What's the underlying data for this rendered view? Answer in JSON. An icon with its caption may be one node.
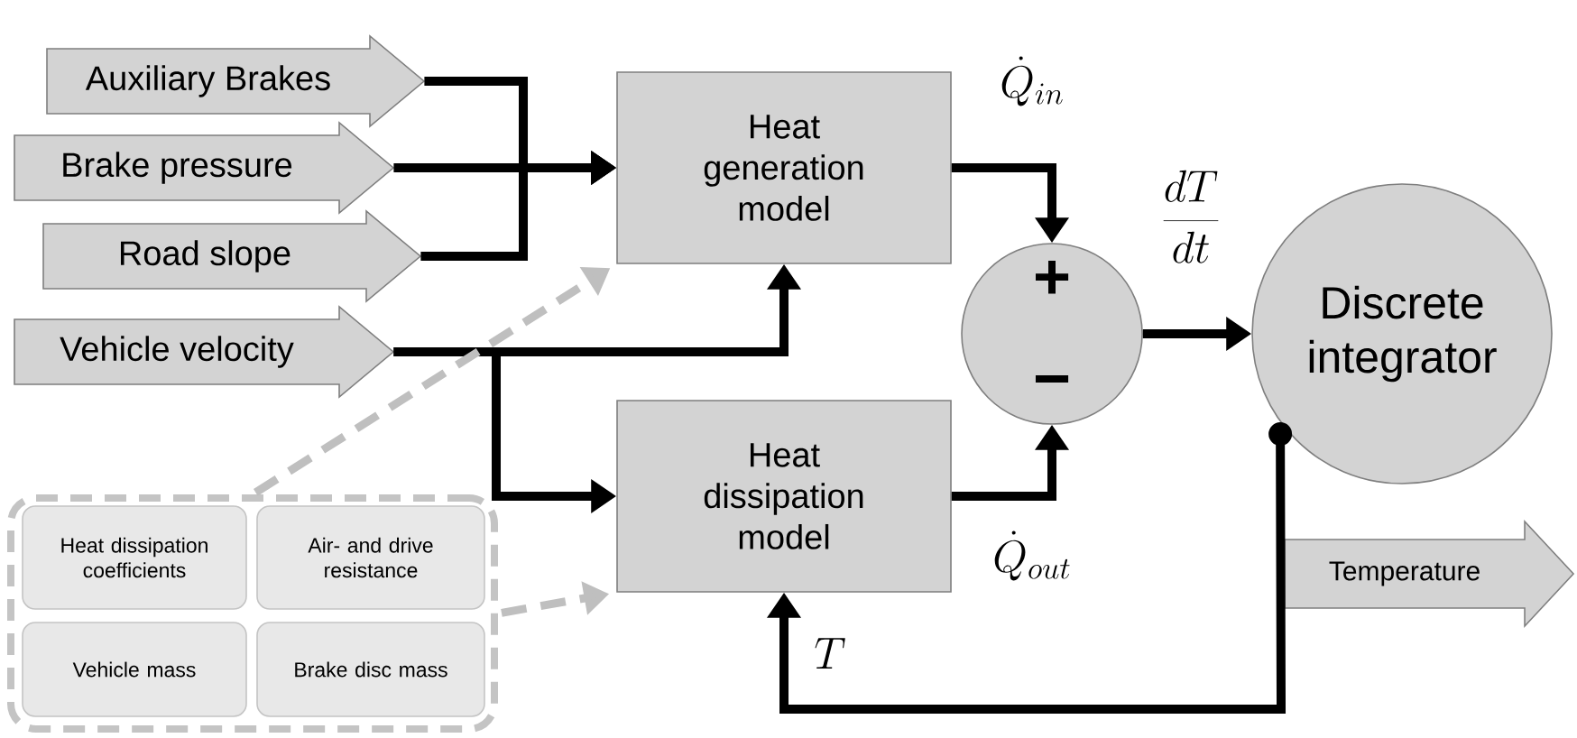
{
  "diagram": {
    "nodes": [
      {
        "text": [
          "Auxiliary Brakes"
        ]
      },
      {
        "text": [
          "Brake pressure"
        ]
      },
      {
        "text": [
          "Road slope"
        ]
      },
      {
        "text": [
          "Vehicle velocity"
        ]
      },
      {
        "text": [
          "Heat generation model"
        ]
      },
      {
        "text": [
          "Heat dissipation model"
        ]
      },
      {
        "text": [
          "+",
          "−"
        ]
      },
      {
        "text": [
          "Discrete integrator"
        ]
      },
      {
        "text": [
          "Temperature"
        ]
      },
      {
        "text": [],
        "shape": "box"
      },
      {
        "text": [
          "Heat dissipation coefficients"
        ],
        "in": 9
      },
      {
        "text": [
          "Air- and drive resistance"
        ],
        "in": 9
      },
      {
        "text": [
          "Vehicle mass"
        ],
        "in": 9
      },
      {
        "text": [
          "Brake disc mass"
        ],
        "in": 9
      }
    ],
    "edges": [
      {
        "from": 0,
        "to": 4,
        "arrow": "to"
      },
      {
        "from": 1,
        "to": 4,
        "arrow": "to"
      },
      {
        "from": 2,
        "to": 4,
        "arrow": "to"
      },
      {
        "from": 3,
        "to": 4,
        "arrow": "to"
      },
      {
        "from": 3,
        "to": 5,
        "arrow": "to"
      },
      {
        "from": 4,
        "to": 6,
        "arrow": "to",
        "label": "\\dot{Q}_{in}"
      },
      {
        "from": 5,
        "to": 6,
        "arrow": "to",
        "label": "\\dot{Q}_{out}"
      },
      {
        "from": 6,
        "to": 7,
        "arrow": "to",
        "label": "\\frac{dT}{dt}"
      },
      {
        "from": 7,
        "to": 5,
        "arrow": "to",
        "label": "T"
      },
      {
        "from": 9,
        "to": 4,
        "arrow": "to",
        "style": "dashed",
        "color": "#bfbfbf"
      },
      {
        "from": 9,
        "to": 5,
        "arrow": "to",
        "style": "dashed",
        "color": "#bfbfbf"
      }
    ]
  }
}
